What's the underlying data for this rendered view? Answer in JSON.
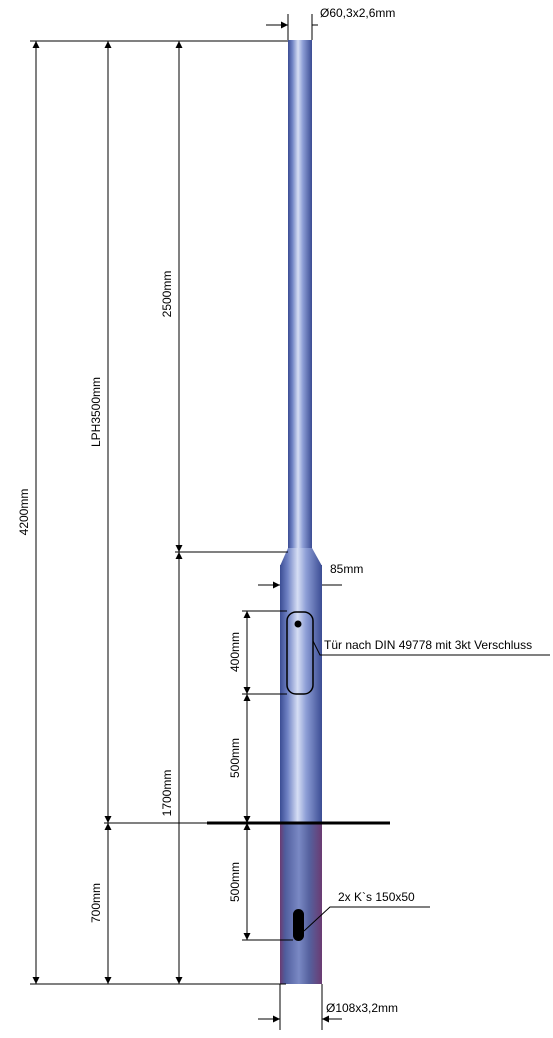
{
  "labels": {
    "top_diameter": "Ø60,3x2,6mm",
    "bottom_diameter": "Ø108x3,2mm",
    "total_height": "4200mm",
    "light_point_height": "LPH3500mm",
    "upper_section": "2500mm",
    "lower_above_ground": "1700mm",
    "burial_depth": "700mm",
    "door_height": "400mm",
    "door_offset": "500mm",
    "cable_offset": "500mm",
    "shoulder_width": "85mm",
    "door_note": "Tür nach DIN 49778 mit 3kt Verschluss",
    "cable_note": "2x K`s 150x50"
  },
  "colors": {
    "pole_body": "#6f82c4",
    "pole_highlight": "#d6def4",
    "pole_shadow": "#3b4c93",
    "buried_section": "#55619e",
    "ground_line": "#000000",
    "dimension_lines": "#000000"
  }
}
